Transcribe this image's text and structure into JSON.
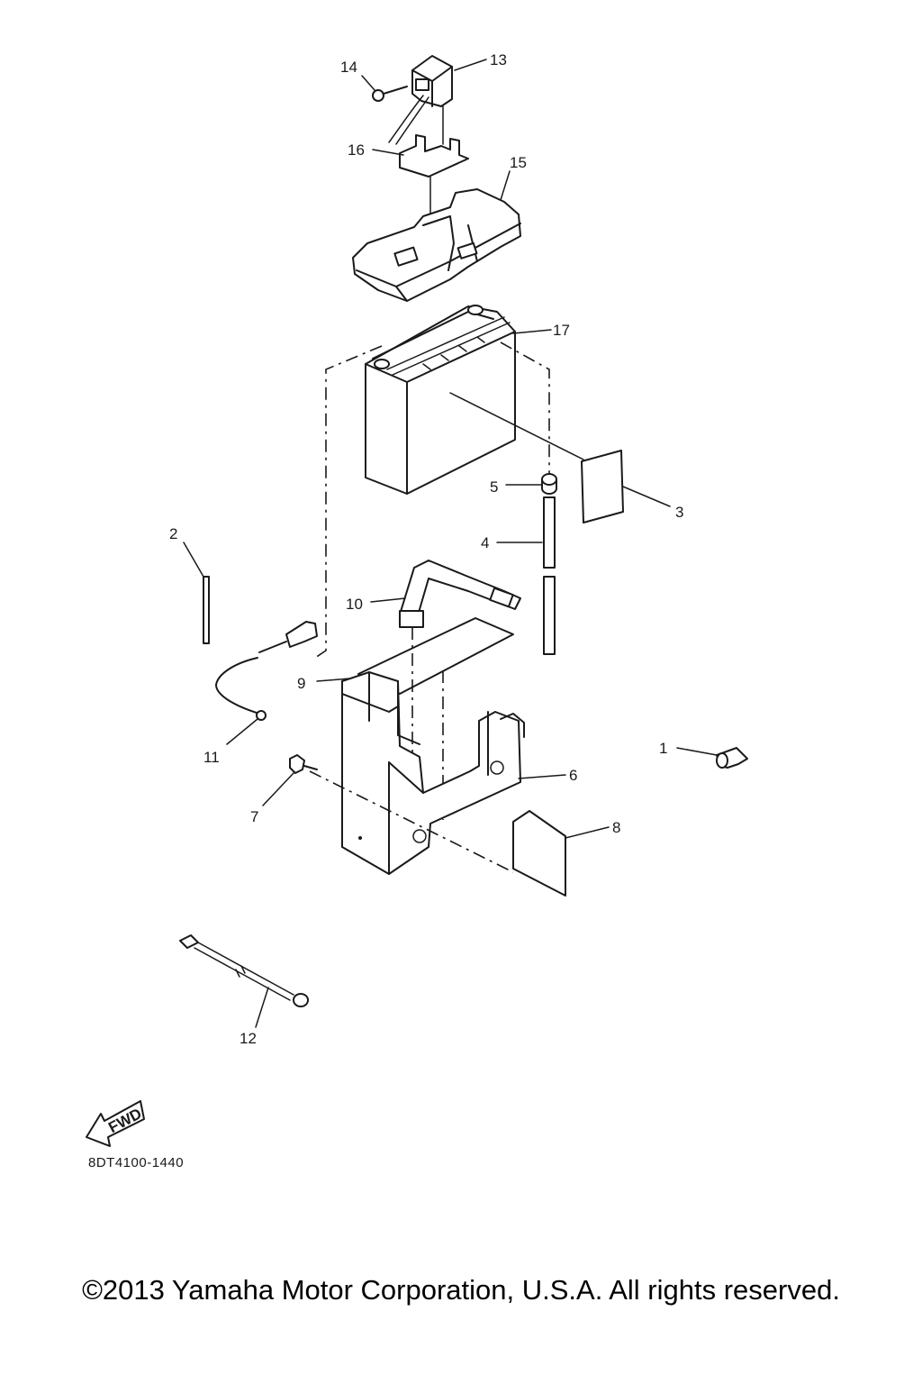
{
  "diagram": {
    "callouts": {
      "c1": "1",
      "c2": "2",
      "c3": "3",
      "c4": "4",
      "c5": "5",
      "c6": "6",
      "c7": "7",
      "c8": "8",
      "c9": "9",
      "c10": "10",
      "c11": "11",
      "c12": "12",
      "c13": "13",
      "c14": "14",
      "c15": "15",
      "c16": "16",
      "c17": "17"
    },
    "fwd_label": "FWD",
    "code": "8DT4100-1440"
  },
  "footer": {
    "copyright": "©2013 Yamaha Motor Corporation, U.S.A. All rights reserved."
  },
  "colors": {
    "line": "#1a1a1a",
    "background": "#ffffff"
  },
  "icons": {
    "direction": "fwd-arrow-icon"
  }
}
